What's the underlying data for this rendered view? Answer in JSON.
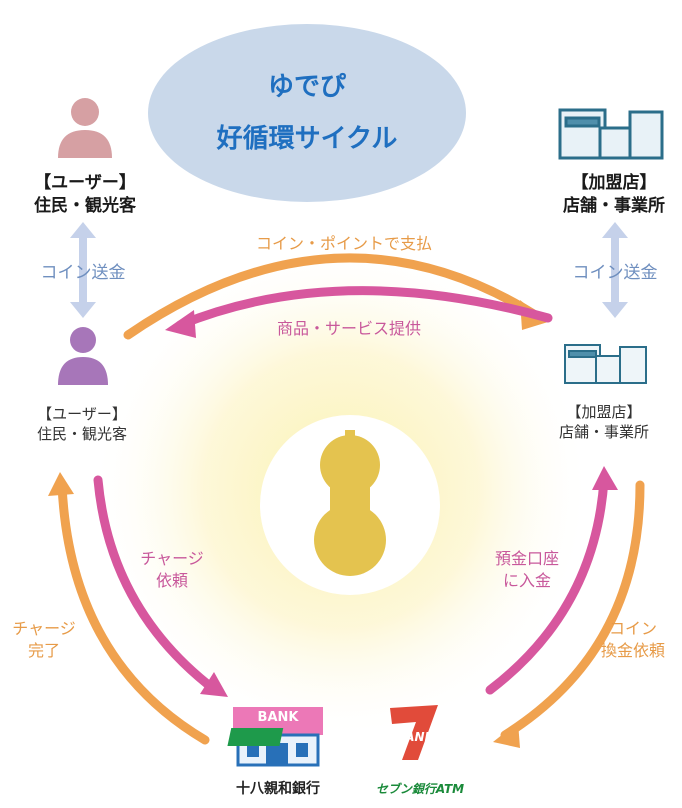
{
  "title": {
    "line1": "ゆでぴ",
    "line2": "好循環サイクル"
  },
  "user_top": {
    "line1": "【ユーザー】",
    "line2": "住民・観光客"
  },
  "shop_top": {
    "line1": "【加盟店】",
    "line2": "店舗・事業所"
  },
  "user_mid": {
    "line1": "【ユーザー】",
    "line2": "住民・観光客"
  },
  "shop_mid": {
    "line1": "【加盟店】",
    "line2": "店舗・事業所"
  },
  "left_transfer": "コイン送金",
  "right_transfer": "コイン送金",
  "pay_label": "コイン・ポイントで支払",
  "service_label": "商品・サービス提供",
  "charge_request": {
    "line1": "チャージ",
    "line2": "依頼"
  },
  "charge_done": {
    "line1": "チャージ",
    "line2": "完了"
  },
  "deposit": {
    "line1": "預金口座",
    "line2": "に入金"
  },
  "exchange": {
    "line1": "コイン",
    "line2": "換金依頼"
  },
  "bank_sign": "BANK",
  "bank_name": "十八親和銀行",
  "atm_logo": "BANK",
  "atm_name": "セブン銀行ATM",
  "colors": {
    "orange": "#f0a24f",
    "pink": "#d7579e",
    "blue_arrow": "#c5d1ea",
    "title_blue": "#1f6fc0"
  }
}
